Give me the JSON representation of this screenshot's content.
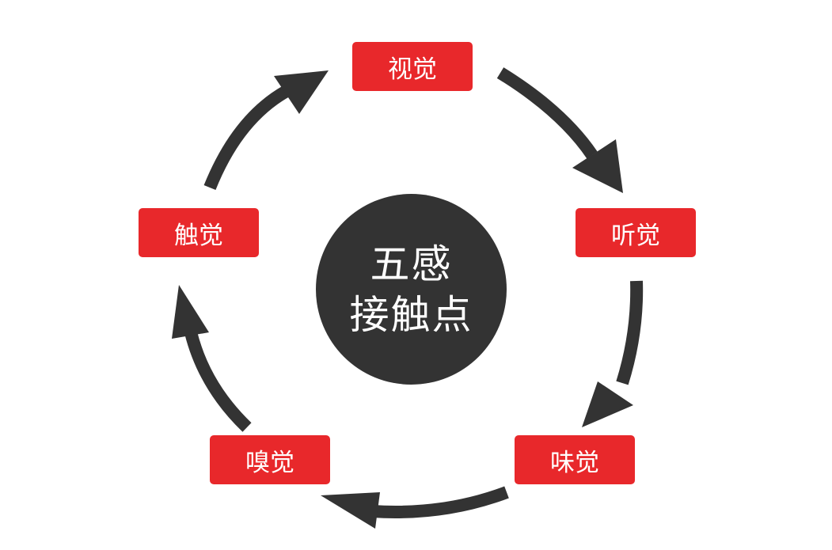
{
  "center": {
    "line1": "五感",
    "line2": "接触点"
  },
  "senses": [
    {
      "key": "sight",
      "label": "视觉"
    },
    {
      "key": "hearing",
      "label": "听觉"
    },
    {
      "key": "taste",
      "label": "味觉"
    },
    {
      "key": "smell",
      "label": "嗅觉"
    },
    {
      "key": "touch",
      "label": "触觉"
    }
  ],
  "colors": {
    "box_fill": "#e8282b",
    "arrow": "#333333",
    "center_fill": "#333333",
    "text": "#ffffff"
  }
}
